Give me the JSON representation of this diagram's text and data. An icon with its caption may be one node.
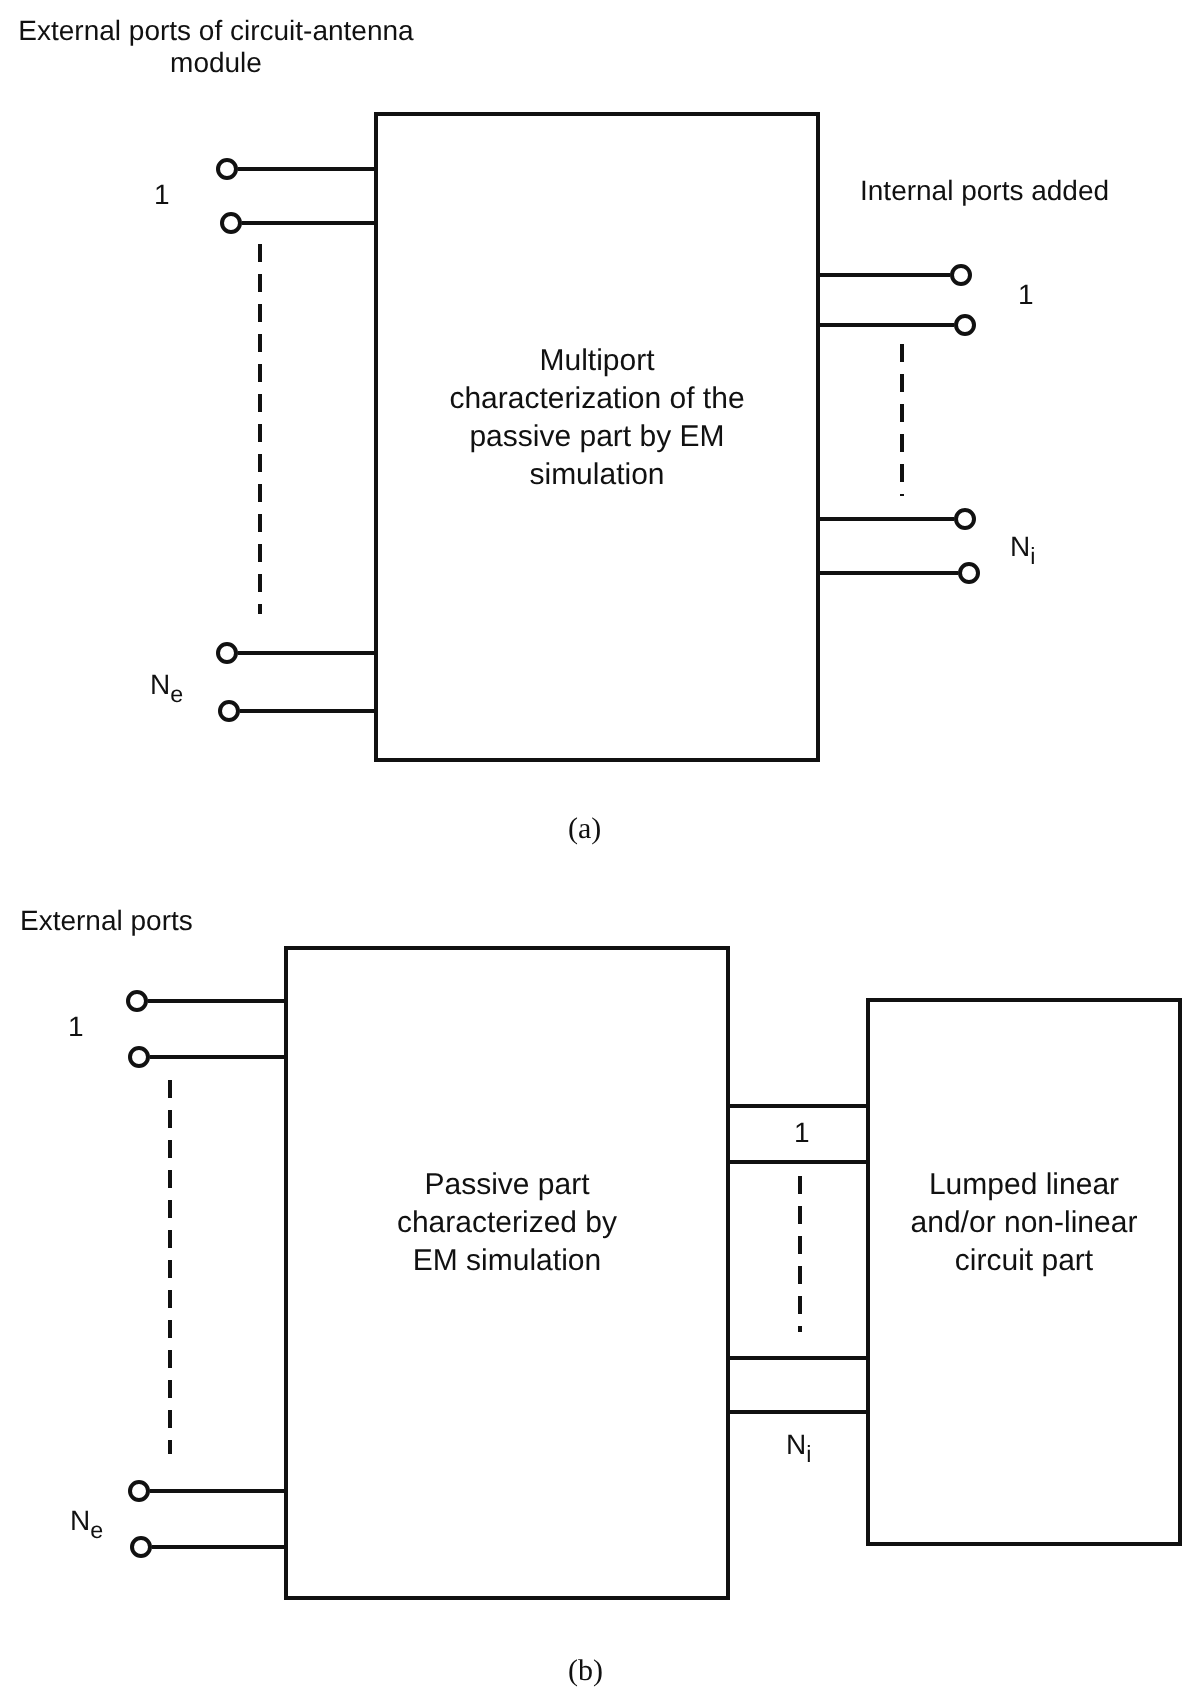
{
  "diagram": {
    "nodes": [
      {
        "text": [
          "Multiport characterization of the passive part by EM simulation"
        ]
      },
      {
        "text": [],
        "shape": "circle"
      },
      {
        "text": [],
        "shape": "circle"
      },
      {
        "text": [],
        "shape": "circle"
      },
      {
        "text": [],
        "shape": "circle"
      },
      {
        "text": [],
        "shape": "circle"
      },
      {
        "text": [],
        "shape": "circle"
      },
      {
        "text": [],
        "shape": "circle"
      },
      {
        "text": [],
        "shape": "circle"
      },
      {
        "text": [
          "Passive part characterized by EM simulation"
        ]
      },
      {
        "text": [],
        "shape": "circle"
      },
      {
        "text": [],
        "shape": "circle"
      },
      {
        "text": [],
        "shape": "circle"
      },
      {
        "text": [],
        "shape": "circle"
      },
      {
        "text": [
          "Lumped linear and/or non-linear circuit part"
        ]
      }
    ],
    "edges": [
      {
        "from": 1,
        "to": 0,
        "arrow": "none"
      },
      {
        "from": 2,
        "to": 0,
        "arrow": "none"
      },
      {
        "from": 3,
        "to": 0,
        "arrow": "none"
      },
      {
        "from": 4,
        "to": 0,
        "arrow": "none"
      },
      {
        "from": 5,
        "to": 0,
        "arrow": "none"
      },
      {
        "from": 6,
        "to": 0,
        "arrow": "none"
      },
      {
        "from": 7,
        "to": 0,
        "arrow": "none"
      },
      {
        "from": 8,
        "to": 0,
        "arrow": "none"
      },
      {
        "from": 10,
        "to": 9,
        "arrow": "none"
      },
      {
        "from": 11,
        "to": 9,
        "arrow": "none"
      },
      {
        "from": 12,
        "to": 9,
        "arrow": "none"
      },
      {
        "from": 13,
        "to": 9,
        "arrow": "none"
      },
      {
        "from": 9,
        "to": 14,
        "arrow": "none"
      },
      {
        "from": 9,
        "to": 14,
        "arrow": "none"
      },
      {
        "from": 9,
        "to": 14,
        "arrow": "none"
      },
      {
        "from": 9,
        "to": 14,
        "arrow": "none"
      }
    ],
    "labels": [
      "External ports of circuit-antenna module",
      "1",
      "N$_{e}$",
      "Internal ports added",
      "1",
      "N$_{i}$",
      "(a)",
      "External ports",
      "1",
      "N$_{e}$",
      "1",
      "N$_{i}$",
      "(b)"
    ]
  }
}
